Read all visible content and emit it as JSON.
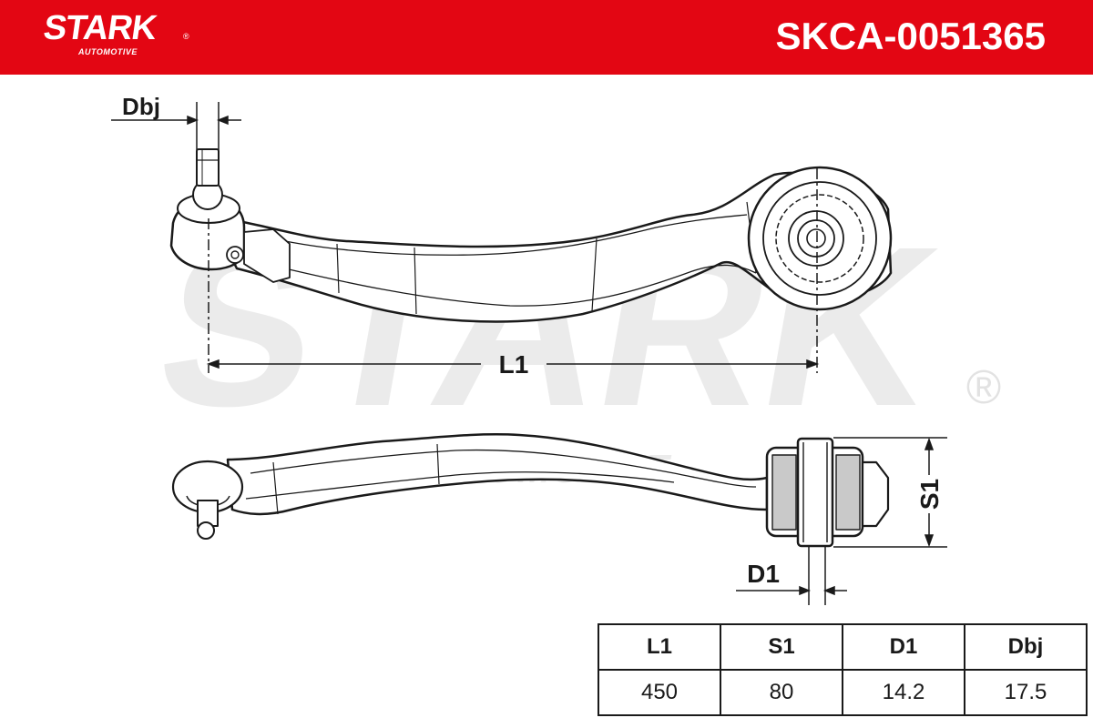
{
  "header": {
    "brand": "STARK",
    "brand_registered": "®",
    "brand_sub": "AUTOMOTIVE",
    "part_number": "SKCA-0051365",
    "color": "#e30613"
  },
  "watermark": {
    "main": "STARK",
    "sub": "AUTOMOTIVE",
    "registered": "®"
  },
  "dimension_labels": {
    "dbj": "Dbj",
    "l1": "L1",
    "s1": "S1",
    "d1": "D1"
  },
  "table": {
    "headers": [
      "L1",
      "S1",
      "D1",
      "Dbj"
    ],
    "values": [
      "450",
      "80",
      "14.2",
      "17.5"
    ]
  }
}
